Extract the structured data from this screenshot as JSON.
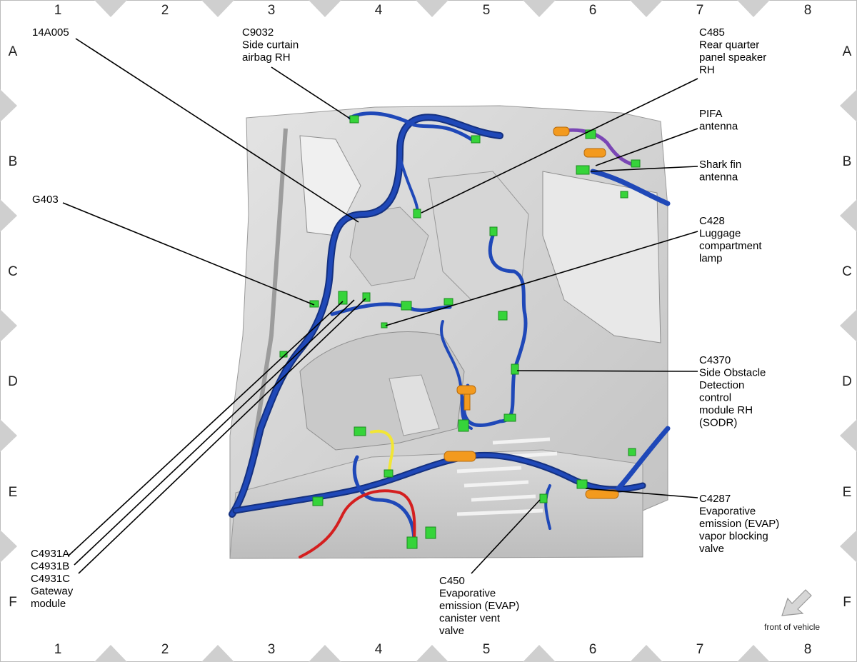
{
  "grid": {
    "columns": [
      "1",
      "2",
      "3",
      "4",
      "5",
      "6",
      "7",
      "8"
    ],
    "rows": [
      "A",
      "B",
      "C",
      "D",
      "E",
      "F"
    ]
  },
  "callouts": [
    {
      "id": "14a005",
      "lines": [
        "14A005"
      ]
    },
    {
      "id": "c9032",
      "lines": [
        "C9032",
        "Side curtain",
        "airbag RH"
      ]
    },
    {
      "id": "c485",
      "lines": [
        "C485",
        "Rear quarter",
        "panel speaker",
        "RH"
      ]
    },
    {
      "id": "pifa",
      "lines": [
        "PIFA",
        "antenna"
      ]
    },
    {
      "id": "shark-fin",
      "lines": [
        "Shark fin",
        "antenna"
      ]
    },
    {
      "id": "g403",
      "lines": [
        "G403"
      ]
    },
    {
      "id": "c428",
      "lines": [
        "C428",
        "Luggage",
        "compartment",
        "lamp"
      ]
    },
    {
      "id": "c4370",
      "lines": [
        "C4370",
        "Side Obstacle",
        "Detection",
        "control",
        "module RH",
        "(SODR)"
      ]
    },
    {
      "id": "c4287",
      "lines": [
        "C4287",
        "Evaporative",
        "emission (EVAP)",
        "vapor blocking",
        "valve"
      ]
    },
    {
      "id": "c450",
      "lines": [
        "C450",
        "Evaporative",
        "emission (EVAP)",
        "canister vent",
        "valve"
      ]
    },
    {
      "id": "c4931",
      "lines": [
        "C4931A",
        "C4931B",
        "C4931C",
        "Gateway",
        "module"
      ]
    }
  ],
  "front_label": "front of vehicle",
  "colors": {
    "harness": "#1f48b8",
    "harness_dark": "#14307f",
    "connector": "#36d43a",
    "clip": "#f39a1e",
    "red_wire": "#d41f1f",
    "yellow_wire": "#f2e635",
    "purple_wire": "#7a46b5",
    "body_panel": "#d3d3d3",
    "marker": "#cfcfcf"
  }
}
